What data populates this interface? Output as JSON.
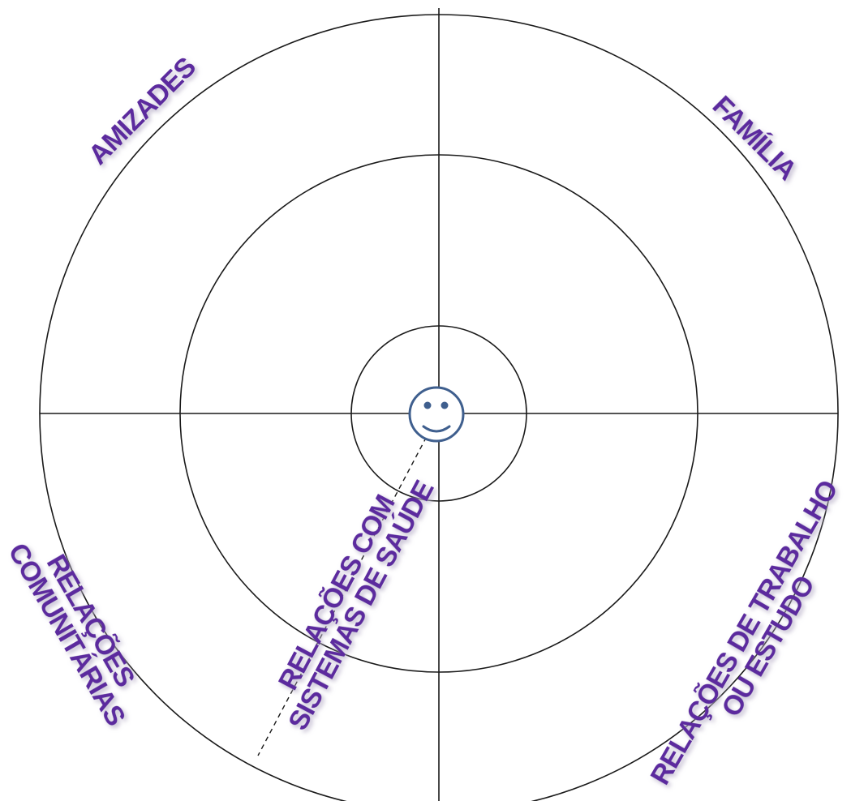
{
  "diagram": {
    "labels": {
      "amizades": "AMIZADES",
      "familia": "FAMÍLIA",
      "comunitarias_line1": "RELAÇÕES",
      "comunitarias_line2": "COMUNITÁRIAS",
      "saude_line1": "RELAÇÕES COM",
      "saude_line2": "SISTEMAS DE SAÚDE",
      "trabalho_line1": "RELAÇÕES DE TRABALHO",
      "trabalho_line2": "OU ESTUDO"
    },
    "center_icon": "smiley-icon",
    "colors": {
      "label": "#5b2a9e",
      "label_shadow": "#c9c3d6",
      "lines": "#1a1a1a",
      "smiley": "#3f5f8e"
    }
  }
}
